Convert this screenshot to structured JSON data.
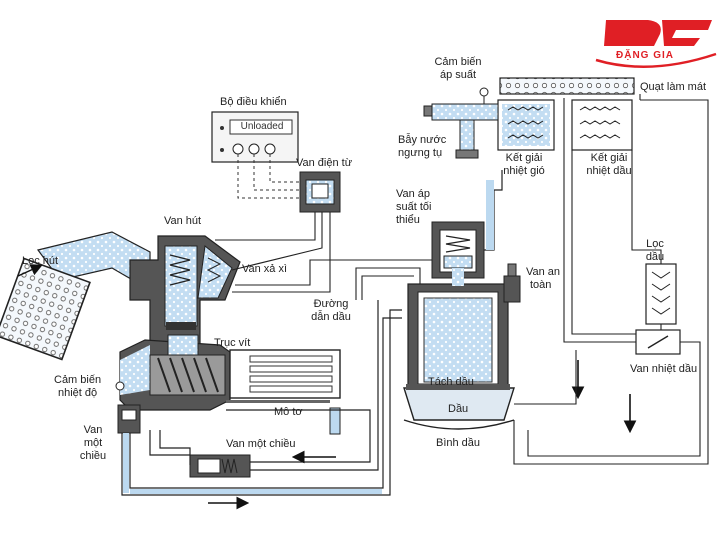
{
  "brand": {
    "logo_text": "ĐẶNG GIA",
    "logo_color": "#e01f25"
  },
  "labels": {
    "bo_dieu_khien": "Bộ điều khiển",
    "unloaded": "Unloaded",
    "van_dien_tu": "Van điện từ",
    "cam_bien_ap_suat_1": "Cảm biến",
    "cam_bien_ap_suat_2": "áp suất",
    "quat_lam_mat": "Quạt làm mát",
    "bay_nuoc_1": "Bẫy nước",
    "bay_nuoc_2": "ngưng tụ",
    "ket_giai_nhiet_gio_1": "Kết giải",
    "ket_giai_nhiet_gio_2": "nhiệt gió",
    "ket_giai_nhiet_dau_1": "Kết giải",
    "ket_giai_nhiet_dau_2": "nhiệt dầu",
    "van_ap_suat_1": "Van áp",
    "van_ap_suat_2": "suất tối",
    "van_ap_suat_3": "thiểu",
    "van_hut": "Van hút",
    "van_xa_xi": "Van xả xì",
    "loc_hut": "Lọc hút",
    "van_an_toan_1": "Van an",
    "van_an_toan_2": "toàn",
    "duong_dan_dau_1": "Đường",
    "duong_dan_dau_2": "dẫn dầu",
    "loc_dau_1": "Lọc",
    "loc_dau_2": "dầu",
    "truc_vit": "Trục vít",
    "cam_bien_nhiet_do_1": "Cảm biến",
    "cam_bien_nhiet_do_2": "nhiệt độ",
    "tach_dau": "Tách dầu",
    "van_nhiet_dau": "Van nhiệt dầu",
    "dau": "Dầu",
    "mo_to": "Mô tơ",
    "van_mot_chieu_left_1": "Van",
    "van_mot_chieu_left_2": "một",
    "van_mot_chieu_left_3": "chiều",
    "van_mot_chieu_bottom": "Van một chiều",
    "binh_dau": "Bình dầu"
  },
  "colors": {
    "air": "#bcd9f0",
    "air_dark": "#7fb2dc",
    "line": "#222222",
    "oil": "#dfe9f2"
  }
}
